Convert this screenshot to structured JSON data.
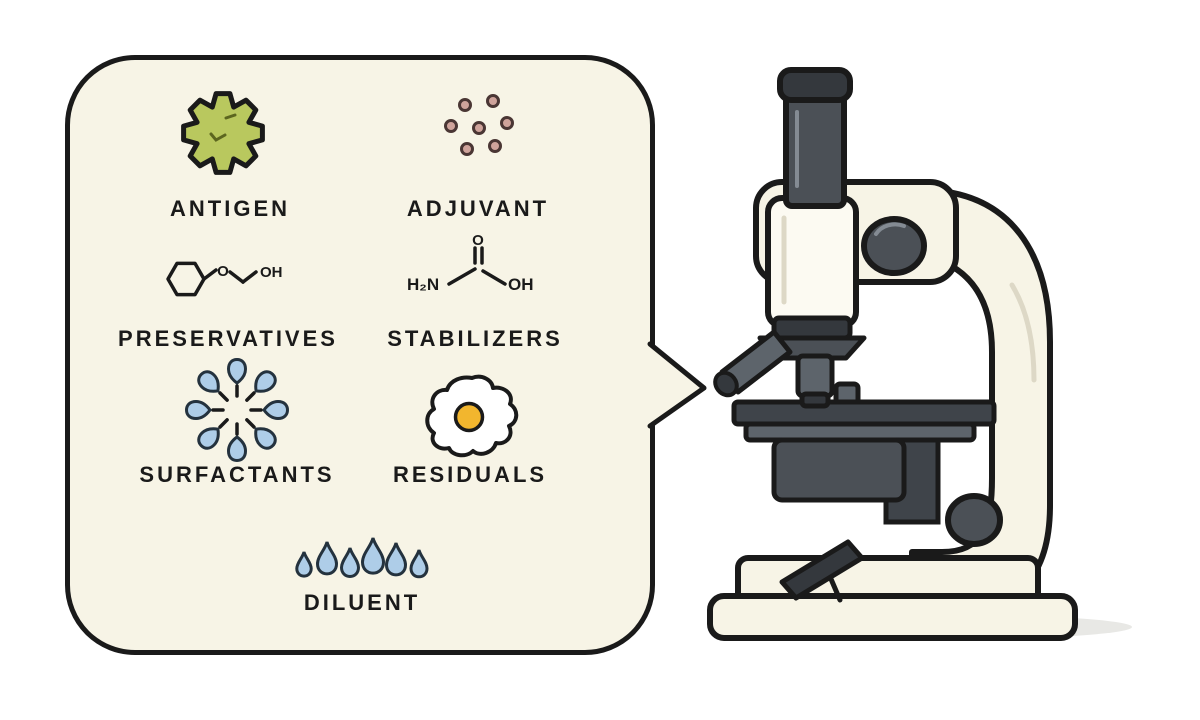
{
  "illustration": {
    "bubble_items": [
      {
        "label": "ANTIGEN",
        "icon": "virus-particle-icon"
      },
      {
        "label": "ADJUVANT",
        "icon": "particle-dots-icon"
      },
      {
        "label": "PRESERVATIVES",
        "icon": "phenoxyethanol-molecule-icon"
      },
      {
        "label": "STABILIZERS",
        "icon": "glycine-molecule-icon"
      },
      {
        "label": "SURFACTANTS",
        "icon": "droplet-burst-icon"
      },
      {
        "label": "RESIDUALS",
        "icon": "fried-egg-icon"
      },
      {
        "label": "DILUENT",
        "icon": "water-drops-icon"
      }
    ],
    "chem_text": {
      "preservatives_o": "O",
      "preservatives_oh": "OH",
      "stabilizers_h2n": "H₂N",
      "stabilizers_o": "O",
      "stabilizers_oh": "OH"
    }
  },
  "colors": {
    "ink": "#1a1a1a",
    "bubble_bg": "#f7f4e6",
    "antigen_green": "#b9c85e",
    "antigen_detail": "#5c661f",
    "adjuvant_dot_fill": "#cfa39b",
    "adjuvant_dot_stroke": "#4a3634",
    "droplet_blue": "#aecde8",
    "droplet_stroke": "#24323e",
    "yolk_yellow": "#f2b62e",
    "egg_white": "#ffffff",
    "cream_body": "#f7f4e6",
    "metal_dark": "#4b5056",
    "metal_darker": "#34383d",
    "metal_mid": "#5d646b",
    "stage_gray": "#3f444a",
    "shadow_gray": "#e8e8e5"
  }
}
